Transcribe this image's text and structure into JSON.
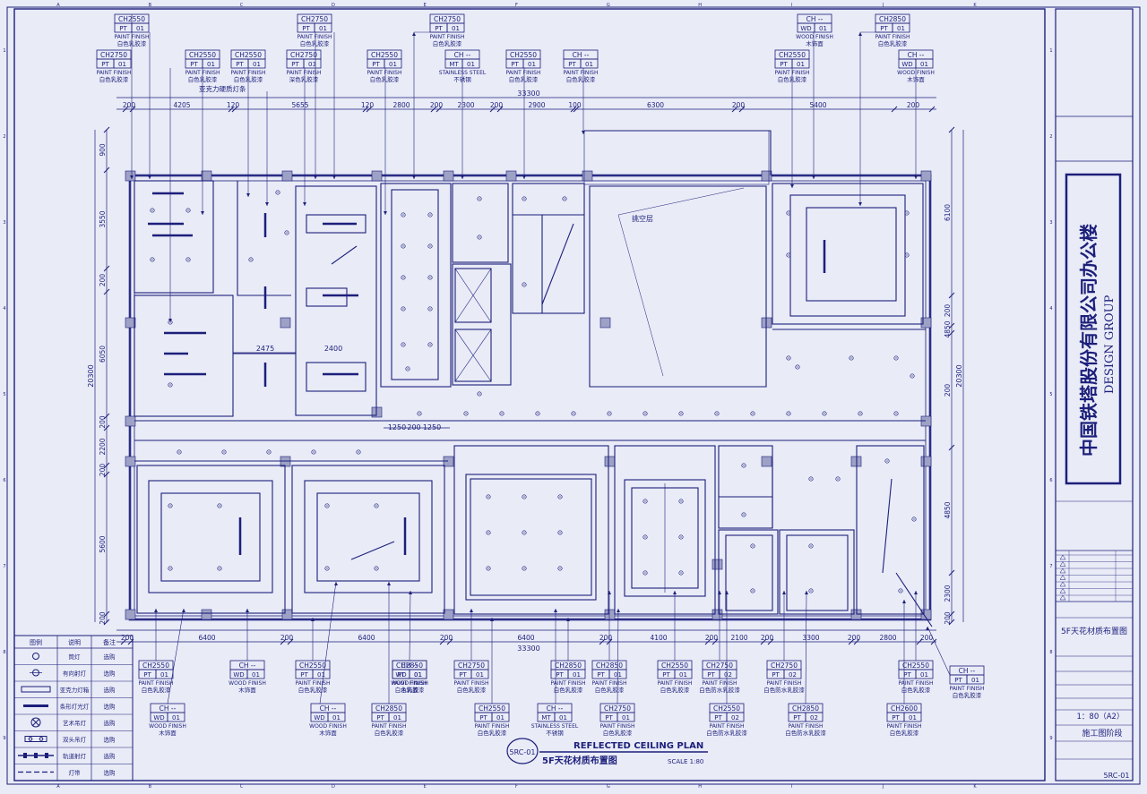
{
  "title_block": {
    "company": "中国铁塔股份有限公司办公楼",
    "group": "DESIGN GROUP",
    "drawing_name": "5F天花材质布置图",
    "scale": "1：80（A2）",
    "stage": "施工图阶段",
    "sheet_no": "5RC-01"
  },
  "plan": {
    "title_en": "REFLECTED CEILING PLAN",
    "title_cn": "5F天花材质布置图",
    "scale": "SCALE 1:80",
    "sheet_tag": "5RC-01",
    "void_label": "挑空层"
  },
  "dims": {
    "top_overall": "33300",
    "bottom_overall": "33300",
    "left_overall": "20300",
    "right_overall": "20300",
    "top": [
      "200",
      "4205",
      "120",
      "5655",
      "120",
      "2800",
      "200",
      "2300",
      "200",
      "2900",
      "100",
      "6300",
      "200",
      "5400",
      "200"
    ],
    "bottom": [
      "200",
      "6400",
      "200",
      "6400",
      "200",
      "6400",
      "200",
      "4100",
      "200",
      "2100",
      "200",
      "3300",
      "200",
      "2800",
      "200"
    ],
    "left": [
      "900",
      "3550",
      "200",
      "6050",
      "200",
      "2200",
      "200",
      "5600",
      "200"
    ],
    "right": [
      "6100",
      "200",
      "4850",
      "200",
      "4850",
      "2300",
      "200"
    ],
    "inner": [
      "2475",
      "2400",
      "1250",
      "1250",
      "200"
    ]
  },
  "callouts_top": [
    {
      "code": "CH2550",
      "type": "PT",
      "num": "01",
      "en": "PAINT FINISH",
      "cn": "白色乳胶漆"
    },
    {
      "code": "CH2750",
      "type": "PT",
      "num": "01",
      "en": "PAINT FINISH",
      "cn": "白色乳胶漆"
    },
    {
      "code": "CH2550",
      "type": "PT",
      "num": "01",
      "en": "PAINT FINISH",
      "cn": "白色乳胶漆"
    },
    {
      "code": "CH2550",
      "type": "PT",
      "num": "01",
      "en": "PAINT FINISH",
      "cn": "白色乳胶漆"
    },
    {
      "code": "CH2750",
      "type": "PT",
      "num": "01",
      "en": "PAINT FINISH",
      "cn": "白色乳胶漆"
    },
    {
      "code": "CH2750",
      "type": "PT",
      "num": "03",
      "en": "PAINT FINISH",
      "cn": "深色乳胶漆"
    },
    {
      "code": "CH2550",
      "type": "PT",
      "num": "01",
      "en": "PAINT FINISH",
      "cn": "白色乳胶漆"
    },
    {
      "code": "CH2750",
      "type": "PT",
      "num": "01",
      "en": "PAINT FINISH",
      "cn": "白色乳胶漆"
    },
    {
      "code": "CH --",
      "type": "MT",
      "num": "01",
      "en": "STAINLESS STEEL",
      "cn": "不锈钢"
    },
    {
      "code": "CH2550",
      "type": "PT",
      "num": "01",
      "en": "PAINT FINISH",
      "cn": "白色乳胶漆"
    },
    {
      "code": "CH --",
      "type": "PT",
      "num": "01",
      "en": "PAINT FINISH",
      "cn": "白色乳胶漆"
    },
    {
      "code": "CH --",
      "type": "WD",
      "num": "01",
      "en": "WOOD FINISH",
      "cn": "木饰面"
    },
    {
      "code": "CH2550",
      "type": "PT",
      "num": "01",
      "en": "PAINT FINISH",
      "cn": "白色乳胶漆"
    },
    {
      "code": "CH2850",
      "type": "PT",
      "num": "01",
      "en": "PAINT FINISH",
      "cn": "白色乳胶漆"
    },
    {
      "code": "CH --",
      "type": "WD",
      "num": "01",
      "en": "WOOD FINISH",
      "cn": "木饰面"
    }
  ],
  "acrylic_note": "亚克力硬质灯条",
  "callouts_bottom": [
    {
      "code": "CH2550",
      "type": "PT",
      "num": "01",
      "en": "PAINT FINISH",
      "cn": "白色乳胶漆"
    },
    {
      "code": "CH --",
      "type": "WD",
      "num": "01",
      "en": "WOOD FINISH",
      "cn": "木饰面"
    },
    {
      "code": "CH --",
      "type": "WD",
      "num": "01",
      "en": "WOOD FINISH",
      "cn": "木饰面"
    },
    {
      "code": "CH2850",
      "type": "PT",
      "num": "01",
      "en": "PAINT FINISH",
      "cn": "白色乳胶漆"
    },
    {
      "code": "CH2550",
      "type": "PT",
      "num": "01",
      "en": "PAINT FINISH",
      "cn": "白色乳胶漆"
    },
    {
      "code": "CH --",
      "type": "WD",
      "num": "01",
      "en": "WOOD FINISH",
      "cn": "木饰面"
    },
    {
      "code": "CH --",
      "type": "WD",
      "num": "01",
      "en": "WOOD FINISH",
      "cn": "木饰面"
    },
    {
      "code": "CH2850",
      "type": "PT",
      "num": "01",
      "en": "PAINT FINISH",
      "cn": "白色乳胶漆"
    },
    {
      "code": "CH2750",
      "type": "PT",
      "num": "01",
      "en": "PAINT FINISH",
      "cn": "白色乳胶漆"
    },
    {
      "code": "CH2550",
      "type": "PT",
      "num": "01",
      "en": "PAINT FINISH",
      "cn": "白色乳胶漆"
    },
    {
      "code": "CH2850",
      "type": "PT",
      "num": "01",
      "en": "PAINT FINISH",
      "cn": "白色乳胶漆"
    },
    {
      "code": "CH --",
      "type": "MT",
      "num": "01",
      "en": "STAINLESS STEEL",
      "cn": "不锈钢"
    },
    {
      "code": "CH2850",
      "type": "PT",
      "num": "01",
      "en": "PAINT FINISH",
      "cn": "白色乳胶漆"
    },
    {
      "code": "CH2750",
      "type": "PT",
      "num": "01",
      "en": "PAINT FINISH",
      "cn": "白色乳胶漆"
    },
    {
      "code": "CH2550",
      "type": "PT",
      "num": "01",
      "en": "PAINT FINISH",
      "cn": "白色乳胶漆"
    },
    {
      "code": "CH2750",
      "type": "PT",
      "num": "02",
      "en": "PAINT FINISH",
      "cn": "白色防水乳胶漆"
    },
    {
      "code": "CH2550",
      "type": "PT",
      "num": "02",
      "en": "PAINT FINISH",
      "cn": "白色防水乳胶漆"
    },
    {
      "code": "CH2750",
      "type": "PT",
      "num": "02",
      "en": "PAINT FINISH",
      "cn": "白色防水乳胶漆"
    },
    {
      "code": "CH2850",
      "type": "PT",
      "num": "02",
      "en": "PAINT FINISH",
      "cn": "白色防水乳胶漆"
    },
    {
      "code": "CH2550",
      "type": "PT",
      "num": "01",
      "en": "PAINT FINISH",
      "cn": "白色乳胶漆"
    },
    {
      "code": "CH2600",
      "type": "PT",
      "num": "01",
      "en": "PAINT FINISH",
      "cn": "白色乳胶漆"
    },
    {
      "code": "CH --",
      "type": "PT",
      "num": "01",
      "en": "PAINT FINISH",
      "cn": "白色乳胶漆"
    }
  ],
  "legend": {
    "headers": [
      "图例",
      "说明",
      "备注"
    ],
    "rows": [
      {
        "desc": "筒灯",
        "note": "选购"
      },
      {
        "desc": "有向射灯",
        "note": "选购"
      },
      {
        "desc": "亚克力灯箱",
        "note": "选购"
      },
      {
        "desc": "条形灯光灯",
        "note": "选购"
      },
      {
        "desc": "艺术吊灯",
        "note": "选购"
      },
      {
        "desc": "双头吊灯",
        "note": "选购"
      },
      {
        "desc": "轨道射灯",
        "note": "选购"
      },
      {
        "desc": "灯带",
        "note": "选购"
      }
    ]
  },
  "grid_letters": [
    "A",
    "B",
    "C",
    "D",
    "E",
    "F",
    "G",
    "H",
    "I",
    "J",
    "K"
  ],
  "grid_numbers": [
    "1",
    "2",
    "3",
    "4",
    "5",
    "6",
    "7",
    "8",
    "9"
  ],
  "colors": {
    "paper": "#e9ebf7",
    "ink": "#1c1f7a",
    "wall": "#9ea1c6"
  }
}
